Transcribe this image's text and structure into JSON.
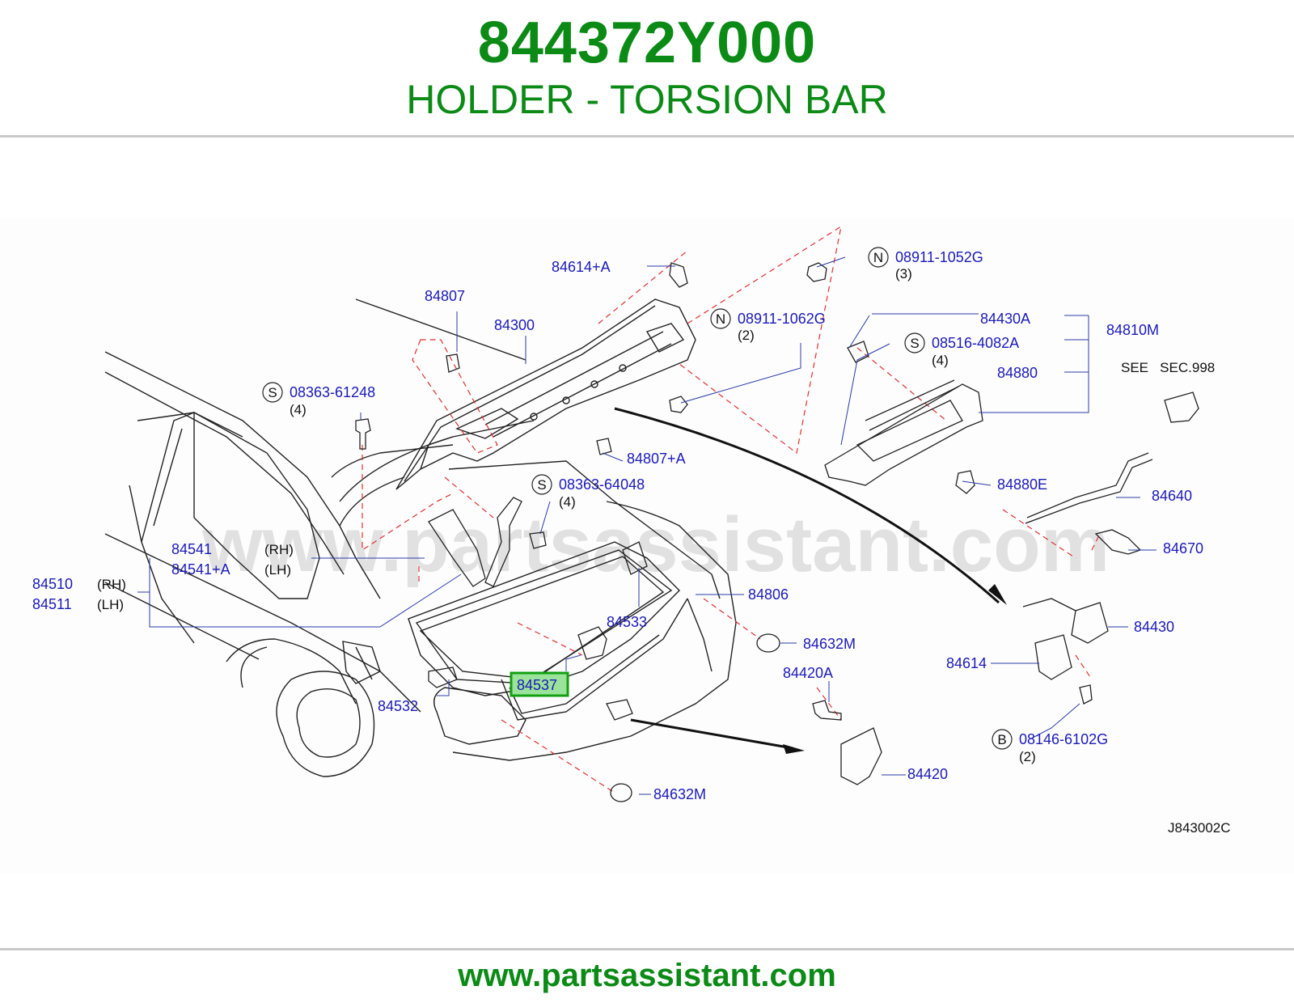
{
  "header": {
    "part_number": "844372Y000",
    "part_name": "HOLDER - TORSION BAR"
  },
  "watermark": "www.partsassistant.com",
  "footer": {
    "url": "www.partsassistant.com"
  },
  "diagram": {
    "code": "J843002C",
    "see_text": "SEE   SEC.998",
    "highlighted_part": "84537",
    "labels": {
      "p84614A": "84614+A",
      "p84807": "84807",
      "p84300": "84300",
      "p08911_1062G": "08911-1062G",
      "p08911_1062G_qty": "(2)",
      "p08911_1052G": "08911-1052G",
      "p08911_1052G_qty": "(3)",
      "p84430A": "84430A",
      "p08516_4082A": "08516-4082A",
      "p08516_4082A_qty": "(4)",
      "p84810M": "84810M",
      "p84880": "84880",
      "p84880E": "84880E",
      "p08363_61248": "08363-61248",
      "p08363_61248_qty": "(4)",
      "p84807A": "84807+A",
      "p08363_64048": "08363-64048",
      "p08363_64048_qty": "(4)",
      "p84640": "84640",
      "p84670": "84670",
      "p84541": "84541",
      "p84541_side": "(RH)",
      "p84541A": "84541+A",
      "p84541A_side": "(LH)",
      "p84510": "84510",
      "p84510_side": "(RH)",
      "p84511": "84511",
      "p84511_side": "(LH)",
      "p84806": "84806",
      "p84533": "84533",
      "p84632M_a": "84632M",
      "p84430": "84430",
      "p84420A": "84420A",
      "p84614": "84614",
      "p84537": "84537",
      "p84532": "84532",
      "p08146_6102G": "08146-6102G",
      "p08146_6102G_qty": "(2)",
      "p84420": "84420",
      "p84632M_b": "84632M"
    },
    "prefix_symbols": {
      "n1": "N",
      "n2": "N",
      "s1": "S",
      "s2": "S",
      "s3": "S",
      "b1": "B"
    }
  }
}
